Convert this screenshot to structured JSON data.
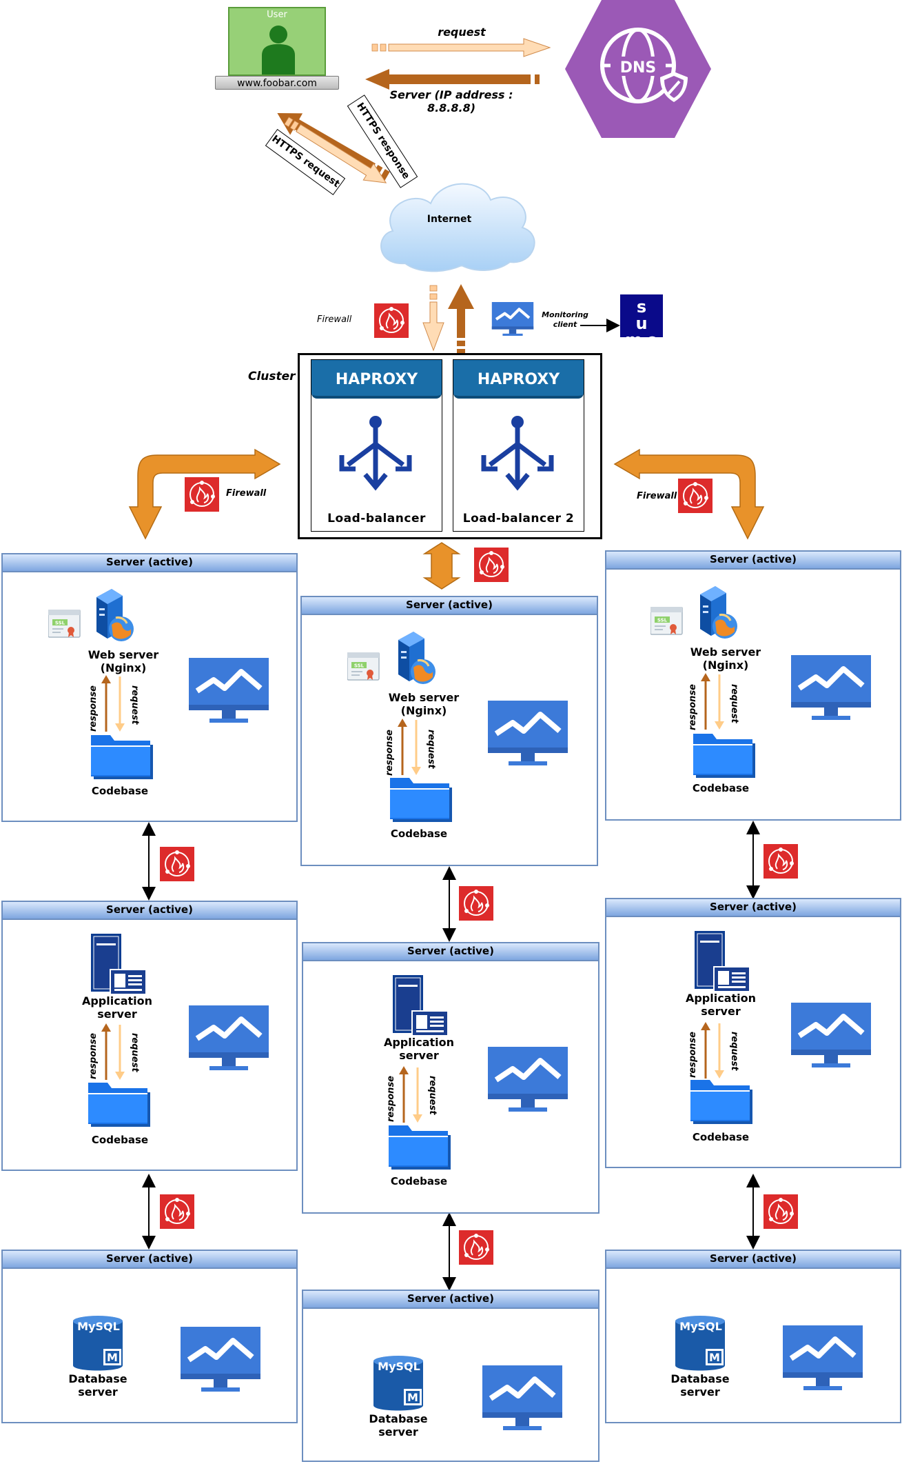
{
  "user": {
    "label": "User",
    "url": "www.foobar.com"
  },
  "dns": {
    "label": "DNS"
  },
  "flows": {
    "request": "request",
    "dns_response": "Server (IP address : 8.8.8.8)",
    "https_response": "HTTPS response",
    "https_request": "HTTPS request"
  },
  "internet": {
    "label": "Internet"
  },
  "firewall_label": "Firewall",
  "monitoring": {
    "label": "Monitoring client",
    "logo": "sumo"
  },
  "cluster": {
    "label": "Cluster",
    "balancers": [
      {
        "brand": "HAPROXY",
        "name": "Load-balancer"
      },
      {
        "brand": "HAPROXY",
        "name": "Load-balancer 2"
      }
    ]
  },
  "server_header": "Server (active)",
  "web_tier": {
    "server": "Web server (Nginx)",
    "codebase": "Codebase",
    "ssl": "SSL",
    "response": "response",
    "request": "request"
  },
  "app_tier": {
    "server": "Application server",
    "codebase": "Codebase",
    "response": "response",
    "request": "request"
  },
  "db_tier": {
    "server": "Database server",
    "logo": "MySQL"
  },
  "colors": {
    "server_border": "#6c8ebf",
    "server_header": "#dae8fc",
    "firewall": "#dd3333",
    "orange_arrow": "#e39325",
    "brown_arrow": "#b5651d",
    "peach_arrow": "#ffcc99",
    "monitor": "#3e7fd8",
    "folder": "#1a73e8",
    "dns": "#9b59b6",
    "haproxy": "#1a6ea8"
  }
}
